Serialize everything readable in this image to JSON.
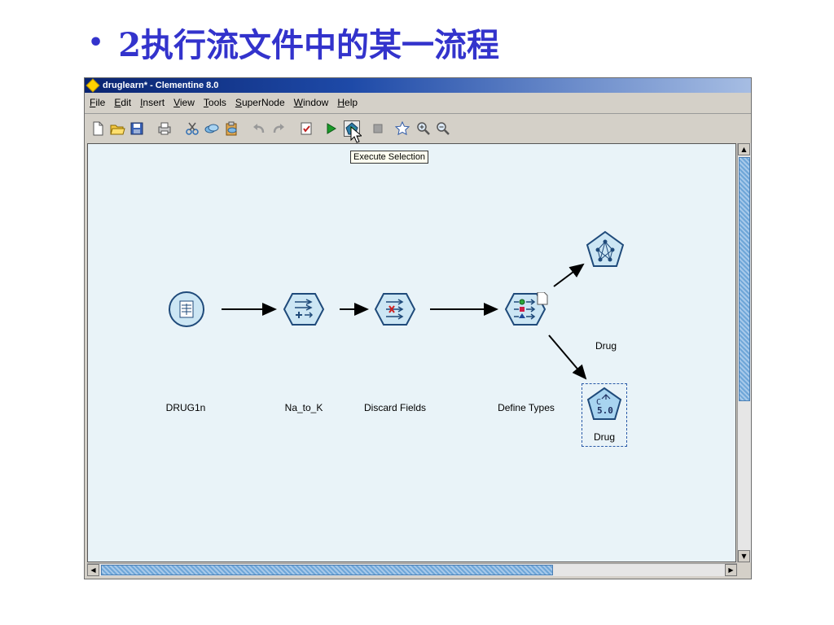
{
  "slide": {
    "bullet": "•",
    "title": "2执行流文件中的某一流程"
  },
  "window": {
    "title": "druglearn* - Clementine 8.0"
  },
  "menu": [
    {
      "underline": "F",
      "rest": "ile"
    },
    {
      "underline": "E",
      "rest": "dit"
    },
    {
      "underline": "I",
      "rest": "nsert"
    },
    {
      "underline": "V",
      "rest": "iew"
    },
    {
      "underline": "T",
      "rest": "ools"
    },
    {
      "underline": "S",
      "rest": "uperNode"
    },
    {
      "underline": "W",
      "rest": "indow"
    },
    {
      "underline": "H",
      "rest": "elp"
    }
  ],
  "tooltip": "Execute Selection",
  "nodes": {
    "source": "DRUG1n",
    "derive": "Na_to_K",
    "filter": "Discard Fields",
    "type": "Define Types",
    "net_model": "Drug",
    "c50_model": "Drug",
    "c50_badge": "5.0",
    "c50_letter": "C"
  },
  "colors": {
    "accent": "#3333cc",
    "canvas": "#e9f3f8",
    "node_fill": "#cce6f4",
    "node_stroke": "#1f4a7a"
  },
  "icons": {
    "toolbar": [
      "new-stream-icon",
      "open-icon",
      "save-icon",
      "print-icon",
      "cut-icon",
      "copy-icon",
      "paste-icon",
      "undo-icon",
      "redo-icon",
      "annotate-icon",
      "execute-stream-icon",
      "execute-selection-icon",
      "stop-icon",
      "favorite-icon",
      "zoom-in-icon",
      "zoom-out-icon"
    ]
  }
}
